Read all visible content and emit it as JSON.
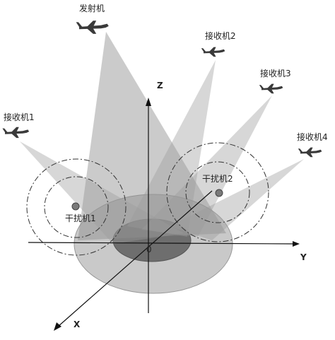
{
  "labels": {
    "transmitter": "发射机",
    "receiver1": "接收机1",
    "receiver2": "接收机2",
    "receiver3": "接收机3",
    "receiver4": "接收机4",
    "jammer1": "干扰机1",
    "jammer2": "干扰机2",
    "axis_z": "Z",
    "axis_y": "Y",
    "axis_x": "X",
    "origin": "0"
  },
  "icons": {
    "aircraft": "aircraft-icon",
    "jammer": "jammer-dot-icon"
  },
  "colors": {
    "beam": "#9a9a9a",
    "ellipse_outer": "#c8c8c8",
    "ellipse_inner": "#6a6a6a",
    "axis": "#111111",
    "jammer_dot": "#7a7a7a"
  }
}
